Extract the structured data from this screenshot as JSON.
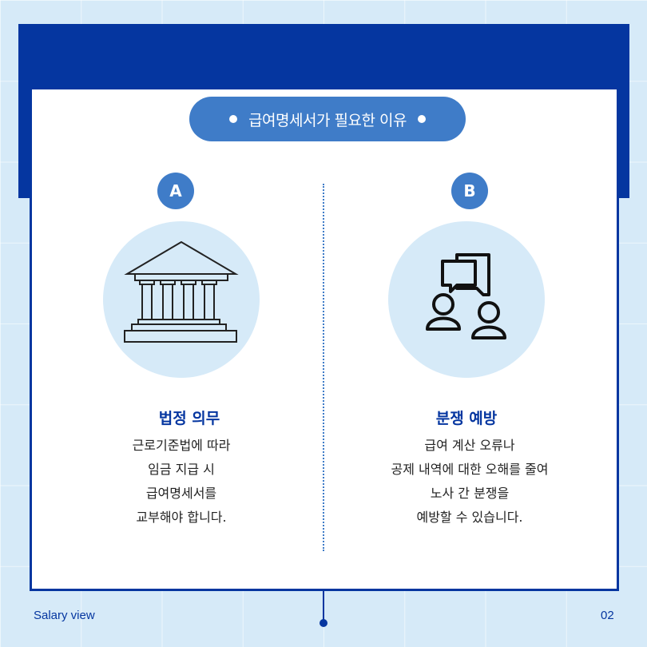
{
  "header": {
    "title": "급여명세서가 필요한 이유"
  },
  "columns": [
    {
      "badge": "A",
      "icon": "bank-building-icon",
      "title": "법정 의무",
      "lines": [
        "근로기준법에 따라",
        "임금 지급 시",
        "급여명세서를",
        "교부해야 합니다."
      ]
    },
    {
      "badge": "B",
      "icon": "people-chat-icon",
      "title": "분쟁 예방",
      "lines": [
        "급여 계산 오류나",
        "공제 내역에 대한 오해를 줄여",
        "노사 간 분쟁을",
        "예방할 수 있습니다."
      ]
    }
  ],
  "footer": {
    "brand": "Salary view",
    "page": "02"
  },
  "colors": {
    "primary": "#0536a0",
    "accent": "#3f7cc8",
    "light": "#d6eaf8"
  }
}
